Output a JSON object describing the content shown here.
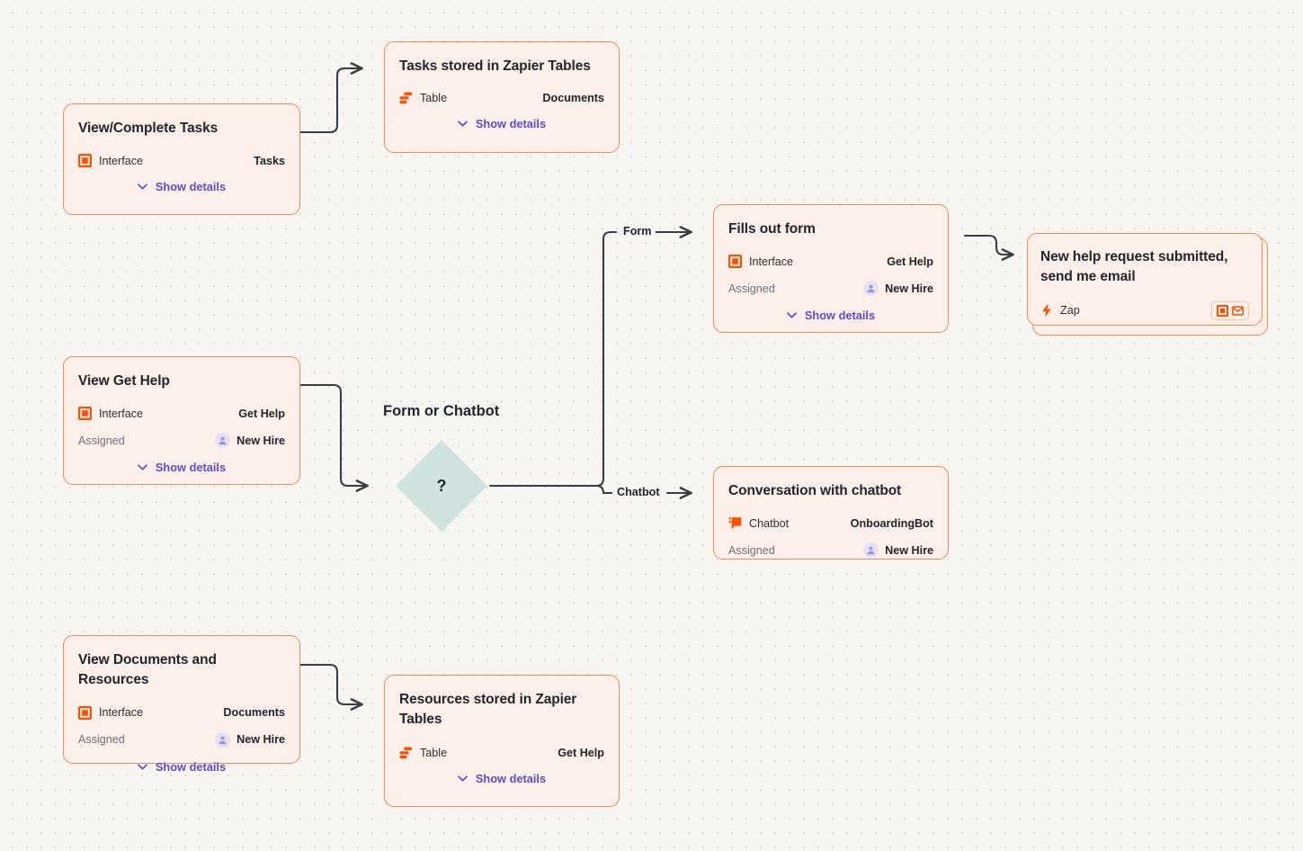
{
  "canvas": {
    "background": "#f7f6f3",
    "dot_color": "#dedcd6",
    "card_fill": "#fdefe9",
    "card_border": "#f08b5d",
    "accent_orange": "#ff4f00",
    "link_purple": "#5b4bd6",
    "diamond_fill": "#cfe2df"
  },
  "common": {
    "show_details_label": "Show details",
    "assigned_label": "Assigned",
    "assignee_name": "New Hire",
    "interface_label": "Interface",
    "table_label": "Table",
    "chatbot_label": "Chatbot",
    "zap_label": "Zap"
  },
  "cards": [
    {
      "id": "view-complete-tasks",
      "title": "View/Complete Tasks",
      "type_icon": "interface-icon",
      "type_label": "Interface",
      "type_value": "Tasks",
      "assigned": false,
      "show_details": true
    },
    {
      "id": "tasks-stored-in-zapier-tables",
      "title": "Tasks stored in Zapier Tables",
      "type_icon": "table-icon",
      "type_label": "Table",
      "type_value": "Documents",
      "assigned": false,
      "show_details": true
    },
    {
      "id": "view-get-help",
      "title": "View Get Help",
      "type_icon": "interface-icon",
      "type_label": "Interface",
      "type_value": "Get Help",
      "assigned": true,
      "assigned_label": "Assigned",
      "assigned_value": "New Hire",
      "show_details": true
    },
    {
      "id": "fills-out-form",
      "title": "Fills out form",
      "type_icon": "interface-icon",
      "type_label": "Interface",
      "type_value": "Get Help",
      "assigned": true,
      "assigned_label": "Assigned",
      "assigned_value": "New Hire",
      "show_details": true
    },
    {
      "id": "new-help-request",
      "title": "New help request submitted, send me email",
      "type_icon": "zap-icon",
      "type_label": "Zap",
      "badges": [
        "interface-icon",
        "envelope-icon"
      ],
      "stacked": true,
      "show_details": false
    },
    {
      "id": "conversation-with-chatbot",
      "title": "Conversation with chatbot",
      "type_icon": "chatbot-icon",
      "type_label": "Chatbot",
      "type_value": "OnboardingBot",
      "assigned": true,
      "assigned_label": "Assigned",
      "assigned_value": "New Hire",
      "show_details": false
    },
    {
      "id": "view-documents-and-resources",
      "title": "View Documents and Resources",
      "type_icon": "interface-icon",
      "type_label": "Interface",
      "type_value": "Documents",
      "assigned": true,
      "assigned_label": "Assigned",
      "assigned_value": "New Hire",
      "show_details": true
    },
    {
      "id": "resources-stored-in-zapier-tables",
      "title": "Resources stored in Zapier Tables",
      "type_icon": "table-icon",
      "type_label": "Table",
      "type_value": "Get Help",
      "assigned": false,
      "show_details": true
    }
  ],
  "decision": {
    "title": "Form or Chatbot",
    "symbol": "?"
  },
  "wire_labels": {
    "form": "Form",
    "chatbot": "Chatbot"
  }
}
